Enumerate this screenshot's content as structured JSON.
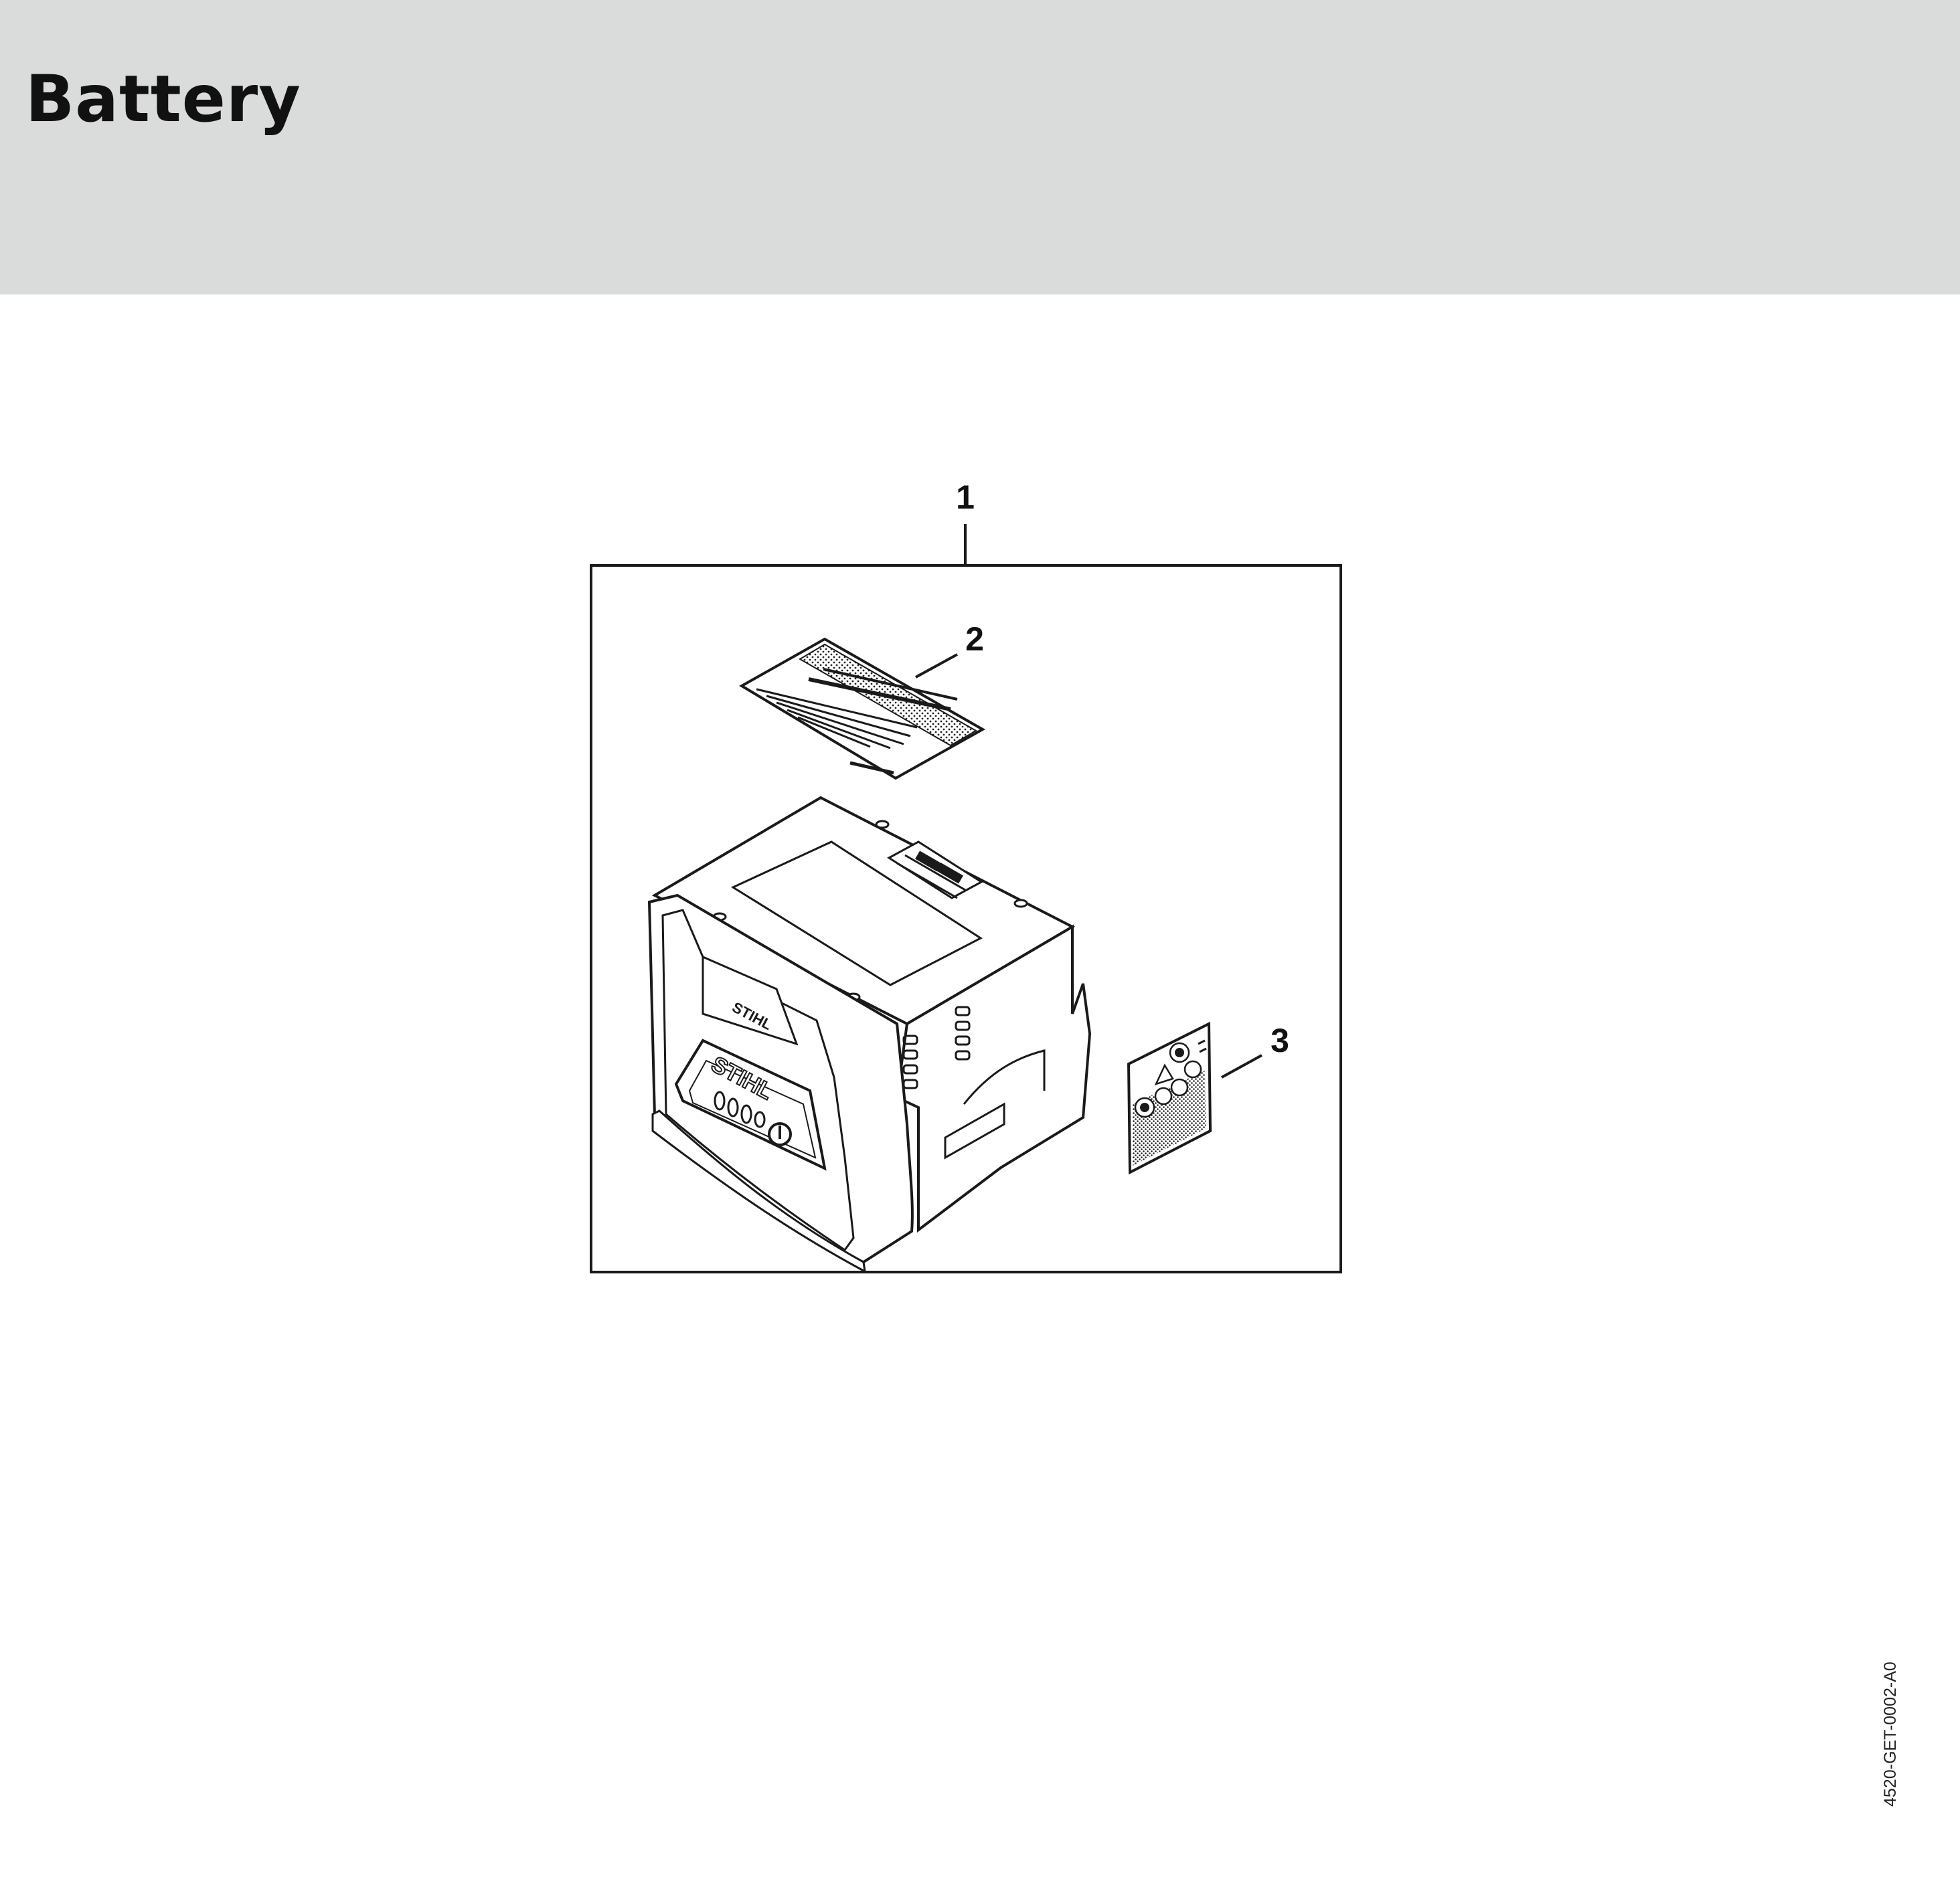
{
  "header": {
    "title": "Battery"
  },
  "diagram": {
    "callouts": [
      {
        "id": "1",
        "label": "1"
      },
      {
        "id": "2",
        "label": "2"
      },
      {
        "id": "3",
        "label": "3"
      }
    ],
    "battery_logo_main": "STIHL",
    "battery_logo_top": "STIHL"
  },
  "footer": {
    "doc_code": "4520-GET-0002-A0"
  },
  "colors": {
    "header_bg": "#dadcdb",
    "line": "#1a1a1a",
    "background": "#ffffff"
  }
}
